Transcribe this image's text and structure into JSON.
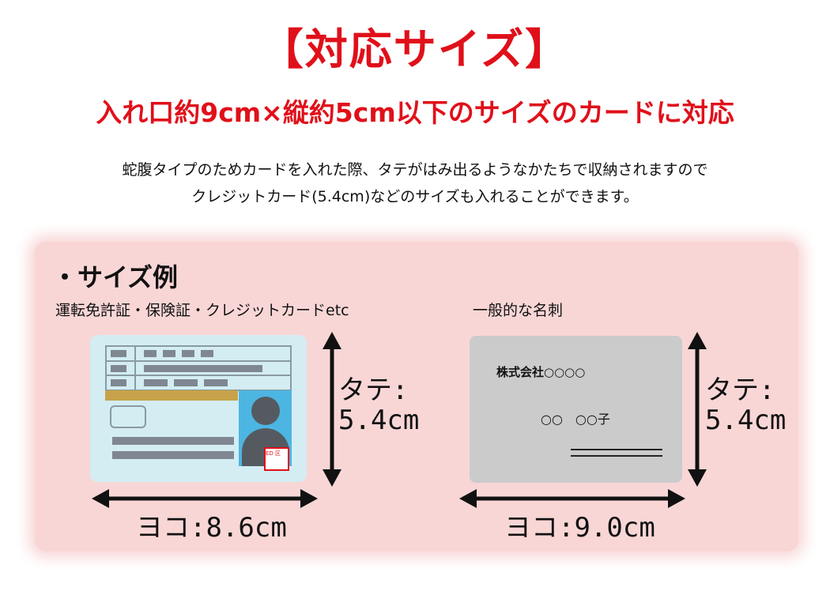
{
  "header": {
    "title": "【対応サイズ】",
    "subtitle": "入れ口約9cm×縦約5cm以下のサイズのカードに対応",
    "description_line1": "蛇腹タイプのためカードを入れた際、タテがはみ出るようなかたちで収納されますので",
    "description_line2": "クレジットカード(5.4cm)などのサイズも入れることができます。"
  },
  "panel": {
    "section_title": "・サイズ例",
    "left_label": "運転免許証・保険証・クレジットカードetc",
    "right_label": "一般的な名刺",
    "license": {
      "height_label": "タテ:",
      "height_value": "5.4cm",
      "width_label": "ヨコ:8.6cm",
      "stamp_text": "ED 区"
    },
    "business_card": {
      "company": "株式会社○○○○",
      "person": "○○　○○子",
      "height_label": "タテ:",
      "height_value": "5.4cm",
      "width_label": "ヨコ:9.0cm"
    }
  },
  "colors": {
    "accent_red": "#e0101a",
    "panel_pink": "#f9d6d6",
    "license_blue": "#d3edf3",
    "photo_blue": "#4db5e2",
    "card_gray": "#cbcbcb"
  }
}
